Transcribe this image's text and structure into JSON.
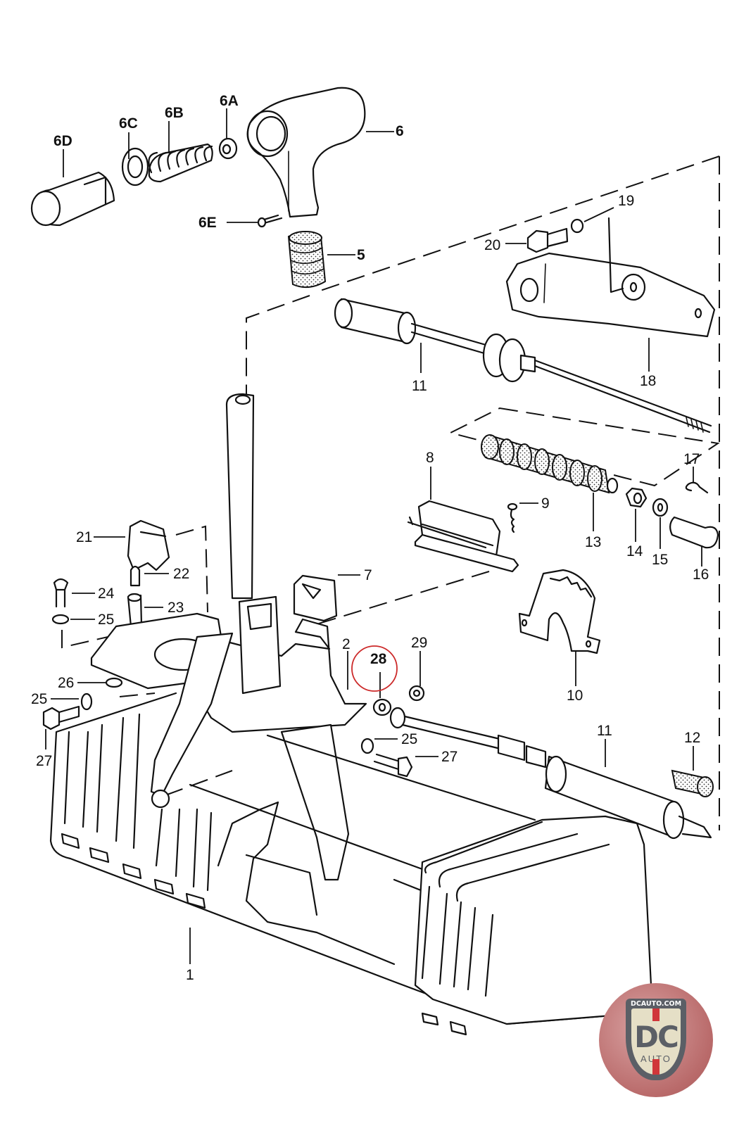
{
  "diagram": {
    "type": "exploded-parts-diagram",
    "subject": "gear shift lever assembly with cables and console housing",
    "highlight_color": "#cc2a2a",
    "highlighted_callout": "28",
    "callouts": {
      "c1": "1",
      "c2": "2",
      "c5": "5",
      "c6": "6",
      "c6A": "6A",
      "c6B": "6B",
      "c6C": "6C",
      "c6D": "6D",
      "c6E": "6E",
      "c7": "7",
      "c8": "8",
      "c9": "9",
      "c10": "10",
      "c11a": "11",
      "c11b": "11",
      "c12": "12",
      "c13": "13",
      "c14": "14",
      "c15": "15",
      "c16": "16",
      "c17": "17",
      "c18": "18",
      "c19": "19",
      "c20": "20",
      "c21": "21",
      "c22": "22",
      "c23": "23",
      "c24": "24",
      "c25a": "25",
      "c25b": "25",
      "c25c": "25",
      "c26": "26",
      "c27a": "27",
      "c27b": "27",
      "c28": "28",
      "c29": "29"
    }
  },
  "logo": {
    "site": "DCAUTO.COM",
    "mark": "DC",
    "word": "AUTO",
    "colors": {
      "shield": "#5b5f66",
      "field": "#e5dfc6",
      "stripe": "#d0363a",
      "badge": "#b96a6a"
    }
  }
}
